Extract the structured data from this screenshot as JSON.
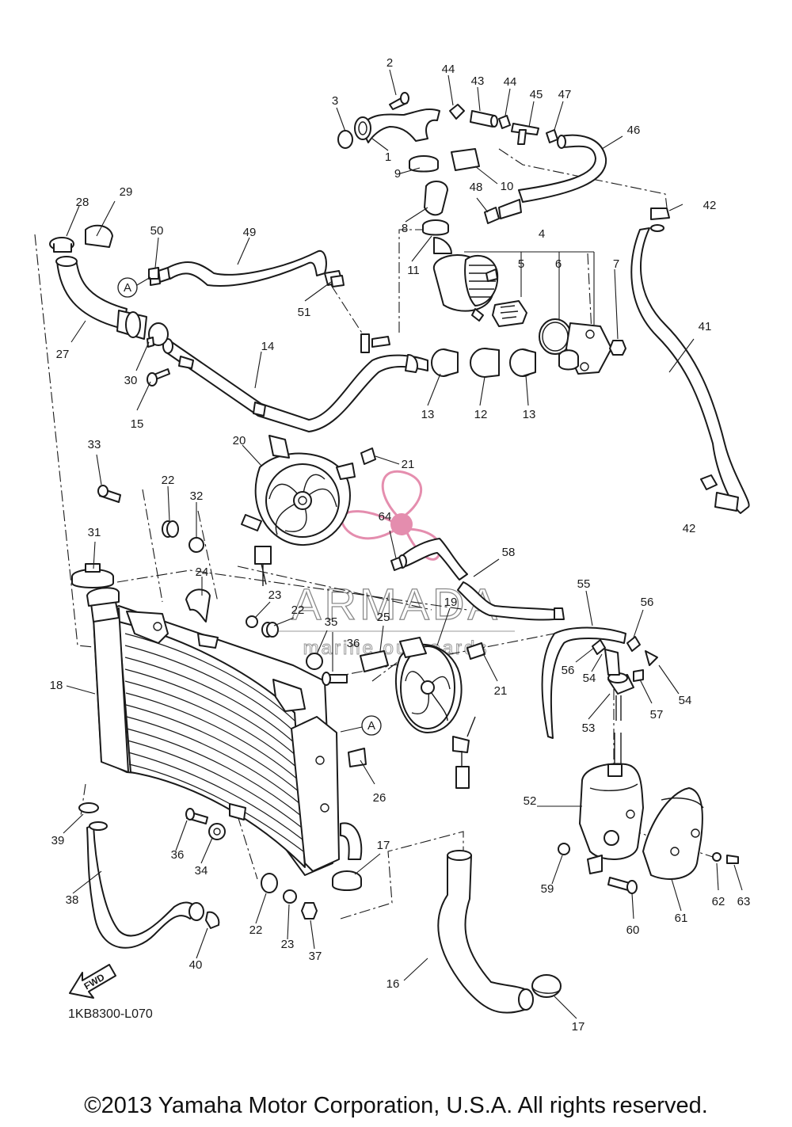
{
  "diagram": {
    "code": "1KB8300-L070",
    "copyright": "©2013 Yamaha Motor Corporation, U.S.A. All rights reserved.",
    "fwd_label": "FWD",
    "ref_mark": "A",
    "watermark": {
      "brand": "ARMADA",
      "tagline": "marine outboards",
      "color": "#e07aa0"
    }
  },
  "callouts": [
    "1",
    "2",
    "3",
    "4",
    "5",
    "6",
    "7",
    "8",
    "9",
    "10",
    "11",
    "12",
    "13",
    "14",
    "15",
    "16",
    "17",
    "18",
    "19",
    "20",
    "21",
    "22",
    "23",
    "24",
    "25",
    "26",
    "27",
    "28",
    "29",
    "30",
    "31",
    "32",
    "33",
    "34",
    "35",
    "36",
    "37",
    "38",
    "39",
    "40",
    "41",
    "42",
    "43",
    "44",
    "45",
    "46",
    "47",
    "48",
    "49",
    "50",
    "51",
    "52",
    "53",
    "54",
    "55",
    "56",
    "57",
    "58",
    "59",
    "60",
    "61",
    "62",
    "63",
    "64"
  ]
}
